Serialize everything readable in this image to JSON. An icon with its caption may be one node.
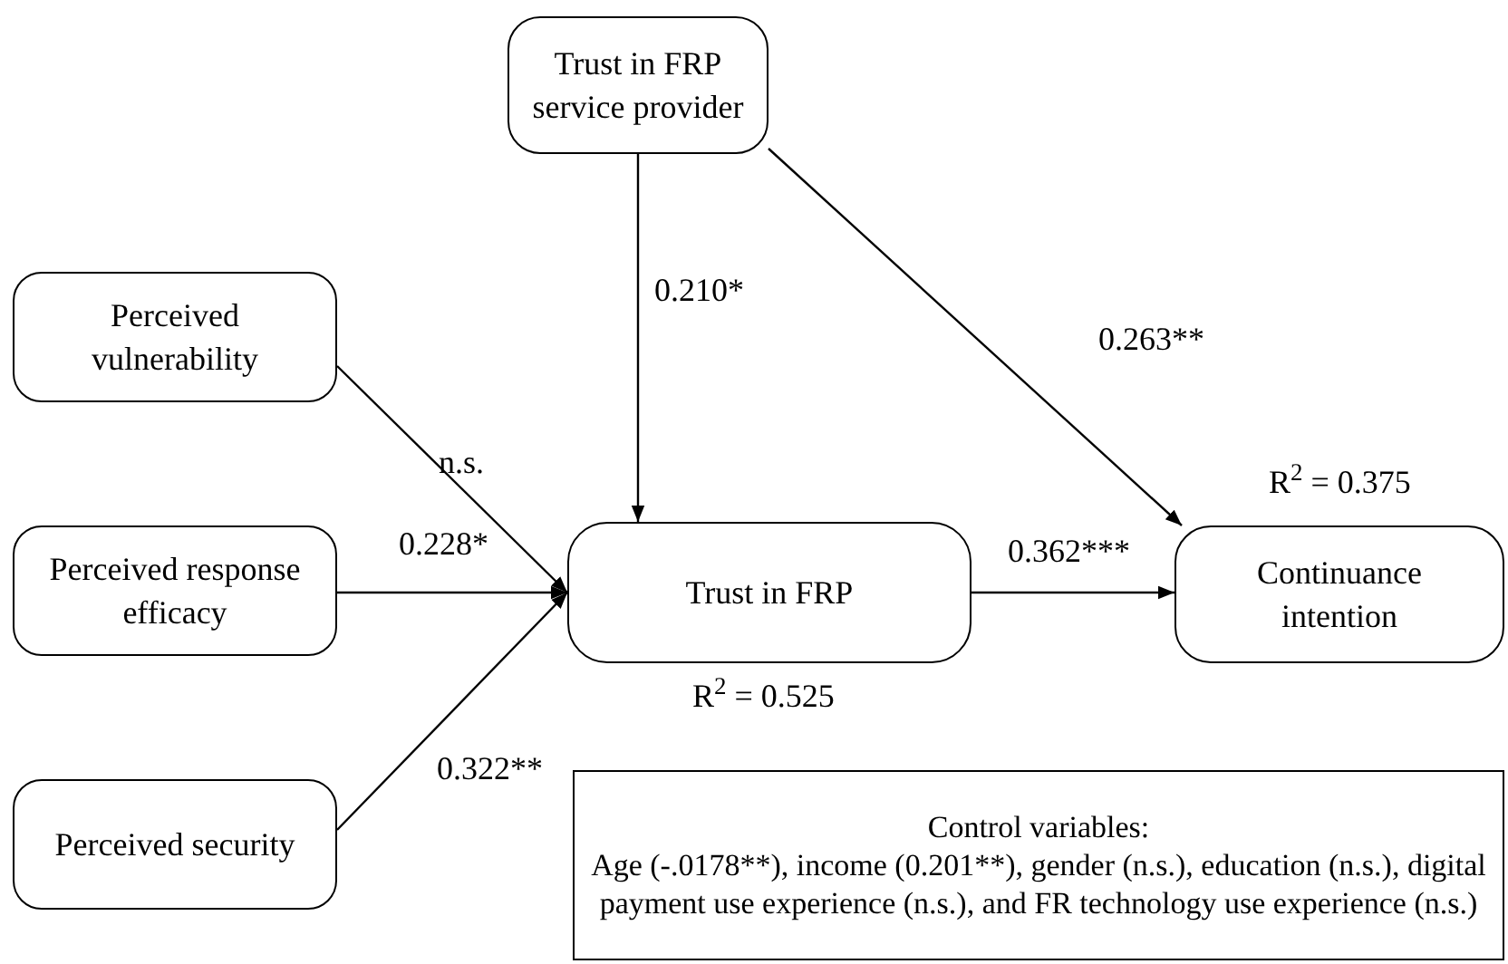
{
  "diagram": {
    "nodes": [
      {
        "text": [
          "Trust in FRP service provider"
        ]
      },
      {
        "text": [
          "Perceived vulnerability"
        ]
      },
      {
        "text": [
          "Perceived response efficacy"
        ]
      },
      {
        "text": [
          "Perceived security"
        ]
      },
      {
        "text": [
          "Trust in FRP"
        ],
        "beside": [
          "R$^{2}$ = 0.525"
        ]
      },
      {
        "text": [
          "Continuance intention"
        ],
        "beside": [
          "R$^{2}$ = 0.375"
        ]
      },
      {
        "text": [
          "Control variables:",
          "Age (-.0178**), income (0.201**), gender (n.s.), education  (n.s.), digital payment use experience  (n.s.), and FR technology use experience (n.s.)"
        ]
      }
    ],
    "edges": [
      {
        "from": 0,
        "to": 4,
        "arrow": "to",
        "label": "0.210*"
      },
      {
        "from": 0,
        "to": 5,
        "arrow": "to",
        "label": "0.263**"
      },
      {
        "from": 1,
        "to": 4,
        "arrow": "to",
        "label": "n.s."
      },
      {
        "from": 2,
        "to": 4,
        "arrow": "to",
        "label": "0.228*"
      },
      {
        "from": 3,
        "to": 4,
        "arrow": "to",
        "label": "0.322**"
      },
      {
        "from": 4,
        "to": 5,
        "arrow": "to",
        "label": "0.362***"
      }
    ]
  }
}
